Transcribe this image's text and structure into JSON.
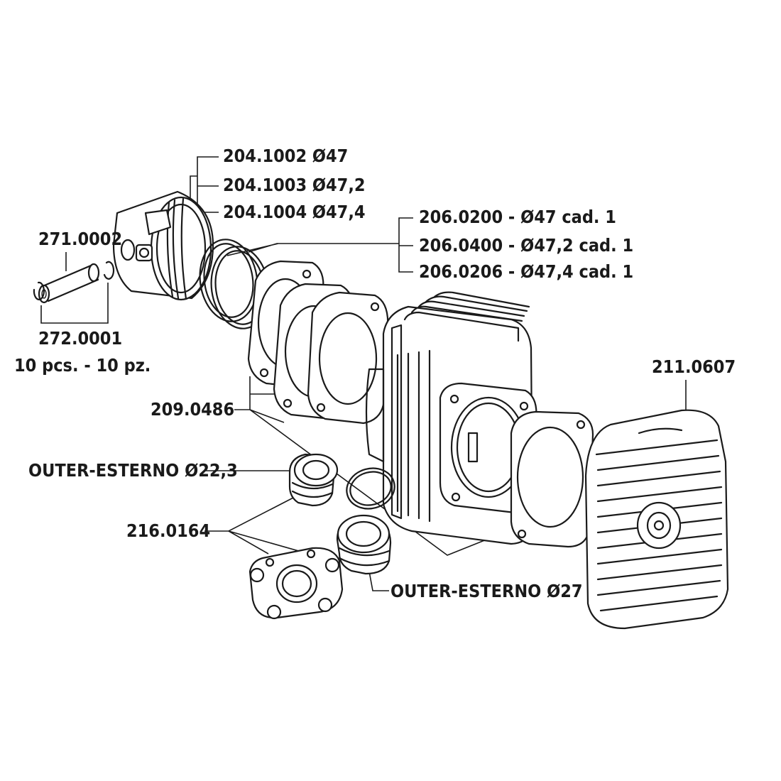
{
  "labels": {
    "piston_1": "204.1002 Ø47",
    "piston_2": "204.1003 Ø47,2",
    "piston_3": "204.1004 Ø47,4",
    "rings_1": "206.0200 - Ø47 cad. 1",
    "rings_2": "206.0400 - Ø47,2 cad. 1",
    "rings_3": "206.0206 - Ø47,4 cad. 1",
    "pin": "271.0002",
    "clips": "272.0001",
    "clips_qty": "10 pcs. - 10 pz.",
    "gaskets": "209.0486",
    "head": "211.0607",
    "outer_small": "OUTER-ESTERNO Ø22,3",
    "manifold": "216.0164",
    "outer_large": "OUTER-ESTERNO Ø27"
  },
  "icons": {
    "piston": "piston-icon",
    "piston_pin": "wrist-pin-icon",
    "circlip": "circlip-icon",
    "piston_ring": "piston-ring-icon",
    "base_gasket": "base-gasket-icon",
    "cylinder": "cylinder-icon",
    "head_gasket": "head-gasket-icon",
    "cylinder_head": "cylinder-head-icon",
    "intake_adapter": "intake-adapter-icon",
    "o_ring": "o-ring-icon",
    "intake_flange": "intake-flange-icon"
  }
}
